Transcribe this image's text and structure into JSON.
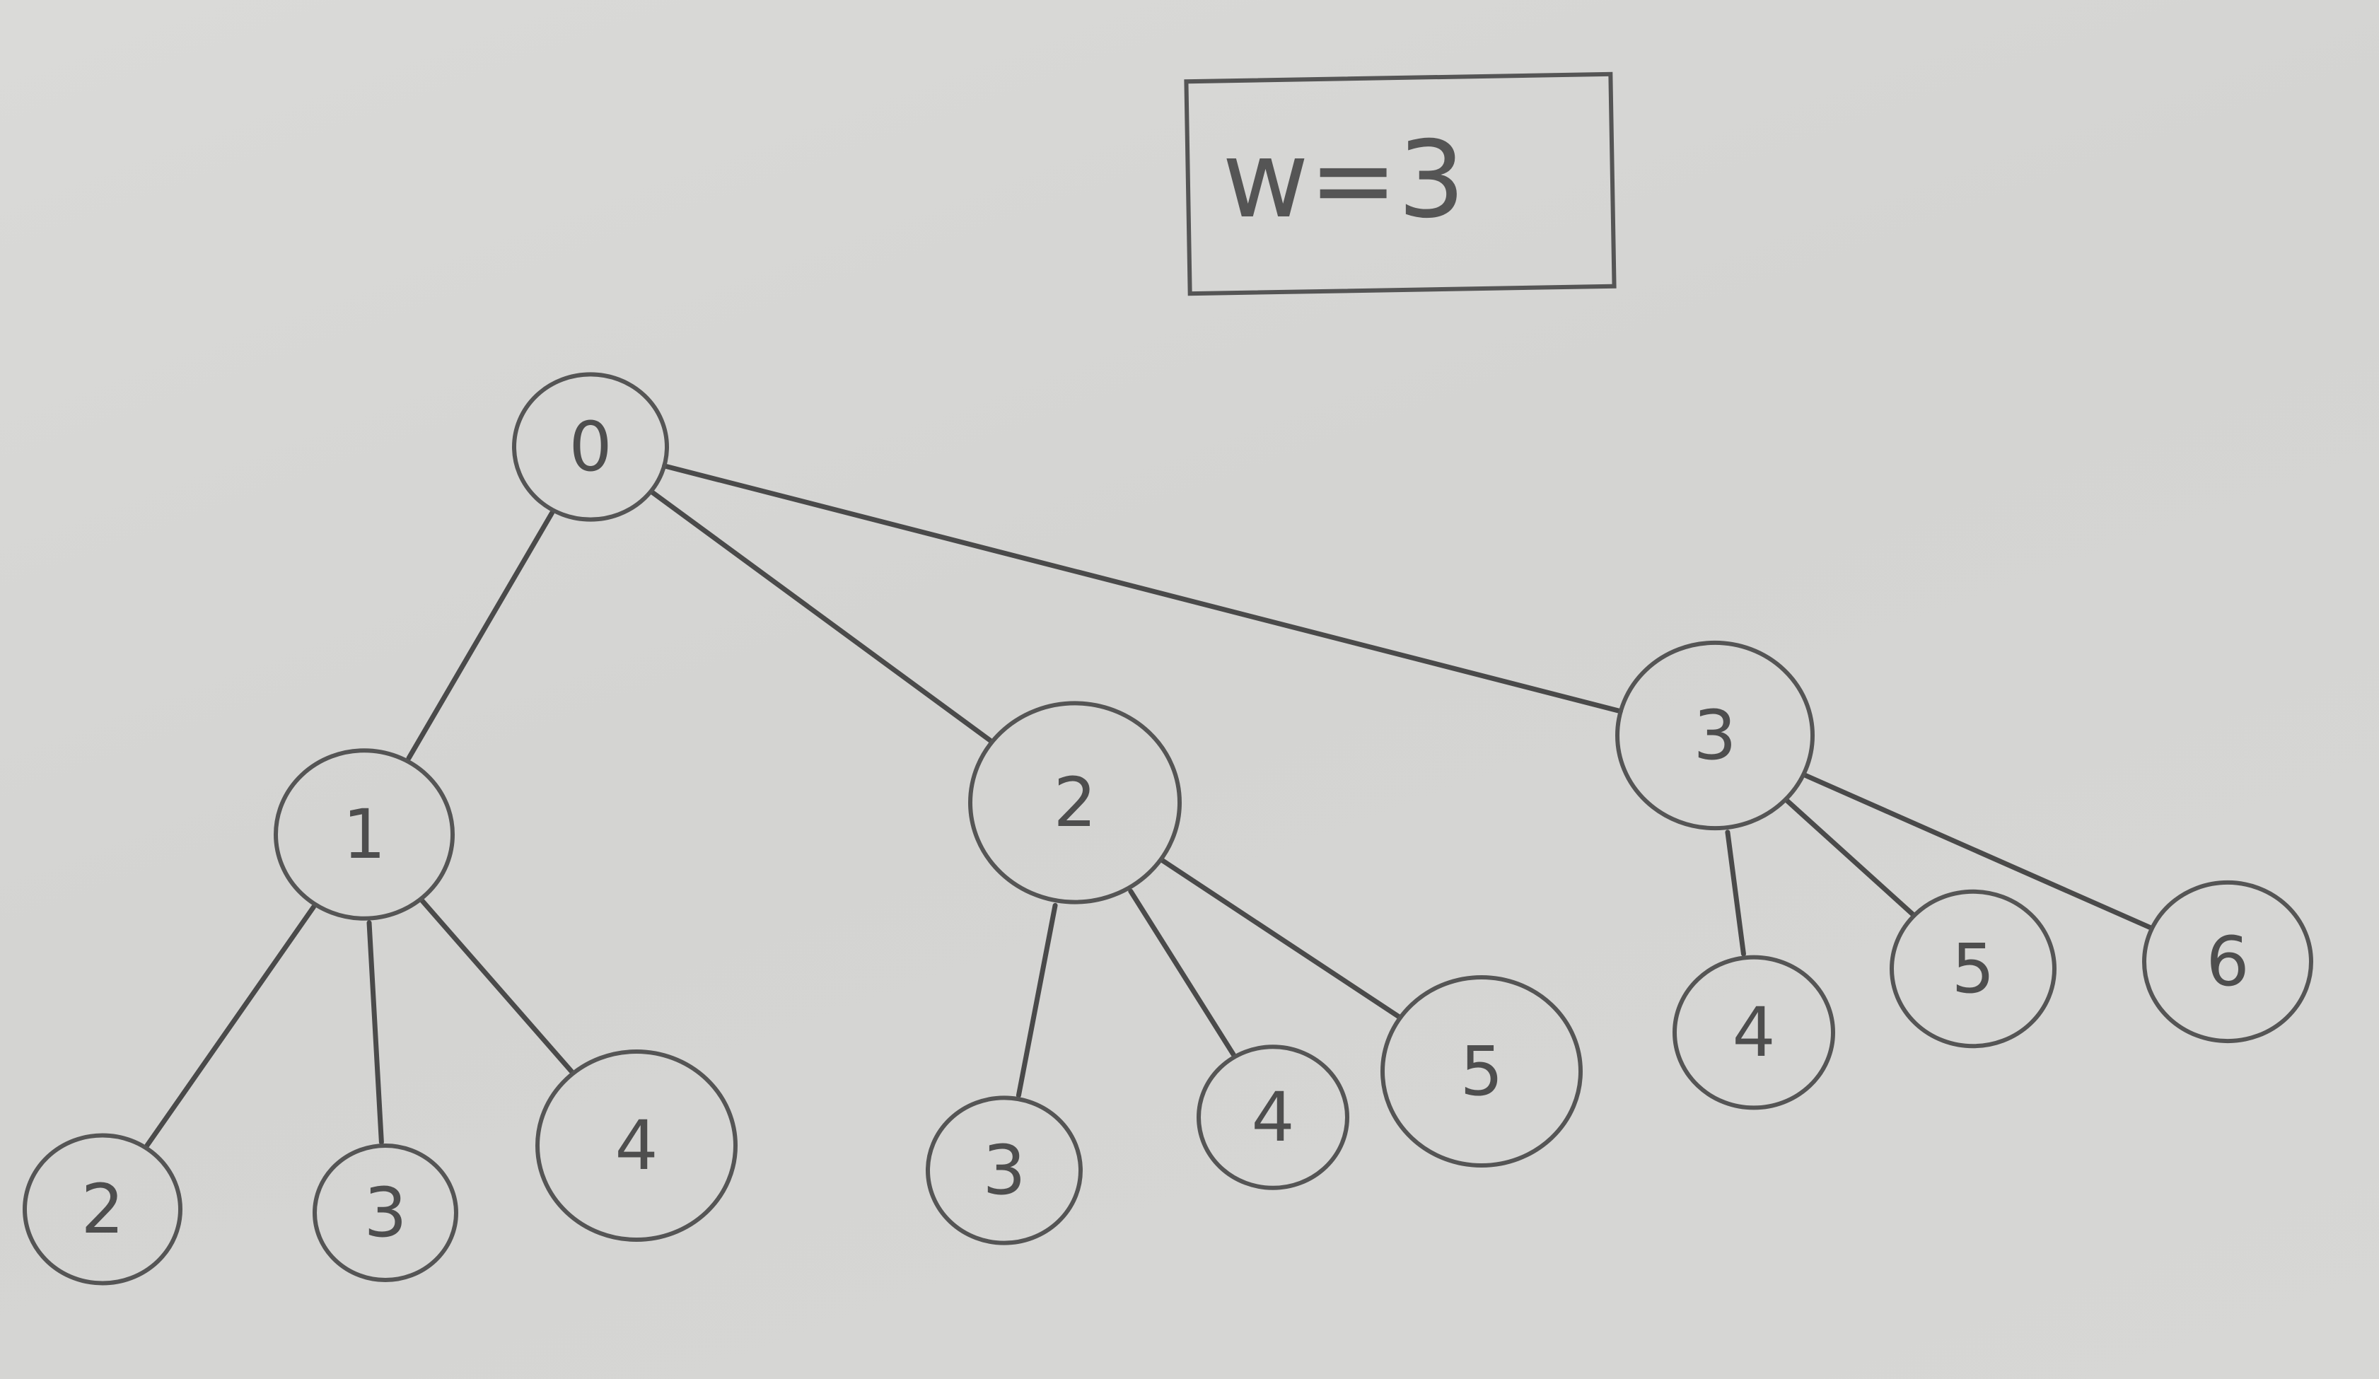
{
  "annotation": {
    "text": "w=3"
  },
  "tree": {
    "nodes": [
      {
        "id": "n0",
        "label": "0"
      },
      {
        "id": "n1",
        "label": "1"
      },
      {
        "id": "n2",
        "label": "2"
      },
      {
        "id": "n3",
        "label": "3"
      },
      {
        "id": "n1a",
        "label": "2"
      },
      {
        "id": "n1b",
        "label": "3"
      },
      {
        "id": "n1c",
        "label": "4"
      },
      {
        "id": "n2a",
        "label": "3"
      },
      {
        "id": "n2b",
        "label": "4"
      },
      {
        "id": "n2c",
        "label": "5"
      },
      {
        "id": "n3a",
        "label": "4"
      },
      {
        "id": "n3b",
        "label": "5"
      },
      {
        "id": "n3c",
        "label": "6"
      }
    ],
    "edges": [
      [
        "n0",
        "n1"
      ],
      [
        "n0",
        "n2"
      ],
      [
        "n0",
        "n3"
      ],
      [
        "n1",
        "n1a"
      ],
      [
        "n1",
        "n1b"
      ],
      [
        "n1",
        "n1c"
      ],
      [
        "n2",
        "n2a"
      ],
      [
        "n2",
        "n2b"
      ],
      [
        "n2",
        "n2c"
      ],
      [
        "n3",
        "n3a"
      ],
      [
        "n3",
        "n3b"
      ],
      [
        "n3",
        "n3c"
      ]
    ]
  }
}
